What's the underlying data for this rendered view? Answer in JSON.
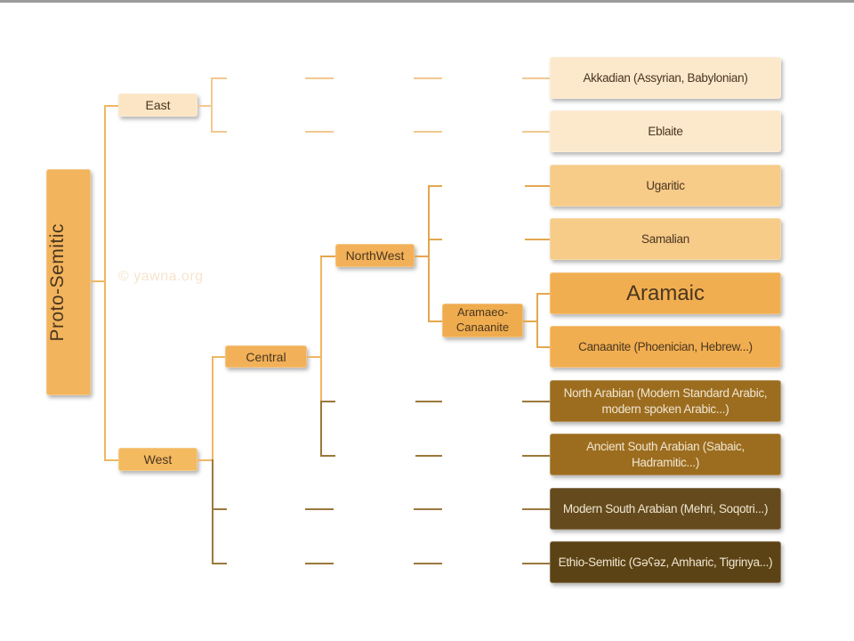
{
  "watermark": "© yawna.org",
  "tree": {
    "root": "Proto-Semitic",
    "east": "East",
    "west": "West",
    "central": "Central",
    "northwest": "NorthWest",
    "aramaeo": "Aramaeo-Canaanite"
  },
  "leaves": [
    {
      "label": "Akkadian (Assyrian, Babylonian)",
      "bg": "#fce8cb",
      "fg": "#4a3620"
    },
    {
      "label": "Eblaite",
      "bg": "#fce8cb",
      "fg": "#4a3620"
    },
    {
      "label": "Ugaritic",
      "bg": "#f7cb88",
      "fg": "#4a3620"
    },
    {
      "label": "Samalian",
      "bg": "#f7cb88",
      "fg": "#4a3620"
    },
    {
      "label": "Aramaic",
      "bg": "#f1ae50",
      "fg": "#4a3620"
    },
    {
      "label": "Canaanite (Phoenician, Hebrew...)",
      "bg": "#f1ae50",
      "fg": "#4a3620"
    },
    {
      "label": "North Arabian (Modern Standard Arabic, modern spoken Arabic...)",
      "bg": "#9c6d1f",
      "fg": "#f0e6d2"
    },
    {
      "label": "Ancient South Arabian (Sabaic, Hadramitic...)",
      "bg": "#9c6d1f",
      "fg": "#f0e6d2"
    },
    {
      "label": "Modern South Arabian (Mehri, Soqotri...)",
      "bg": "#644a1c",
      "fg": "#f0e6d2"
    },
    {
      "label": "Ethio-Semitic (Gəʕəz, Amharic, Tigrinya...)",
      "bg": "#5c4315",
      "fg": "#f0e6d2"
    }
  ],
  "colors": {
    "topbar": "#9b9b9b",
    "line_light": "#f2c890",
    "line_mid": "#efb763",
    "line_gold": "#e4a74d",
    "line_brown": "#9a783c",
    "node_root": "#f2b45c",
    "node_east": "#fbe5c4",
    "node_west": "#f4ba60",
    "node_central": "#f2b158",
    "node_northwest": "#f2b158",
    "node_aramaeo": "#efac4e",
    "text_dark": "#4a3620",
    "text_light": "#f0e6d2"
  }
}
